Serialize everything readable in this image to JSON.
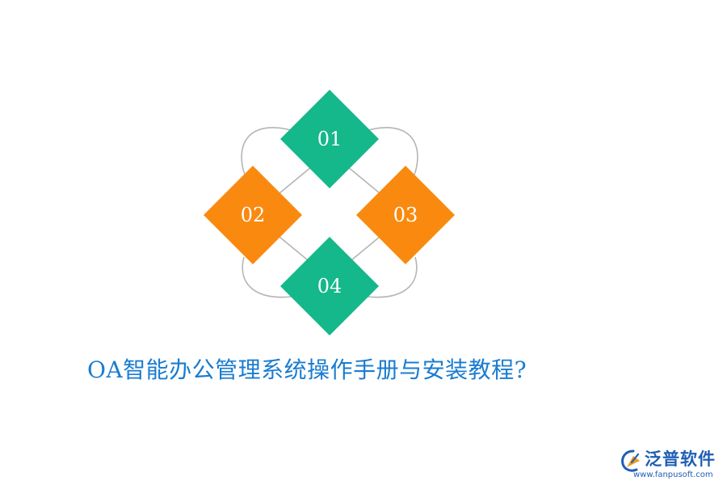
{
  "colors": {
    "green": "#14b88a",
    "orange": "#f98a0f",
    "connector": "#b5b5b5",
    "title": "#1a7cd0",
    "logo_blue": "#1f5fb4",
    "logo_orange": "#f39a1e"
  },
  "diagram": {
    "nodes": [
      {
        "id": "01",
        "label": "01",
        "color": "green"
      },
      {
        "id": "02",
        "label": "02",
        "color": "orange"
      },
      {
        "id": "03",
        "label": "03",
        "color": "orange"
      },
      {
        "id": "04",
        "label": "04",
        "color": "green"
      }
    ],
    "edges": [
      {
        "from": "01",
        "to": "02"
      },
      {
        "from": "01",
        "to": "03"
      },
      {
        "from": "02",
        "to": "04"
      },
      {
        "from": "03",
        "to": "04"
      }
    ]
  },
  "title": "OA智能办公管理系统操作手册与安装教程?",
  "logo": {
    "name": "泛普软件",
    "url": "www.fanpusoft.com"
  }
}
